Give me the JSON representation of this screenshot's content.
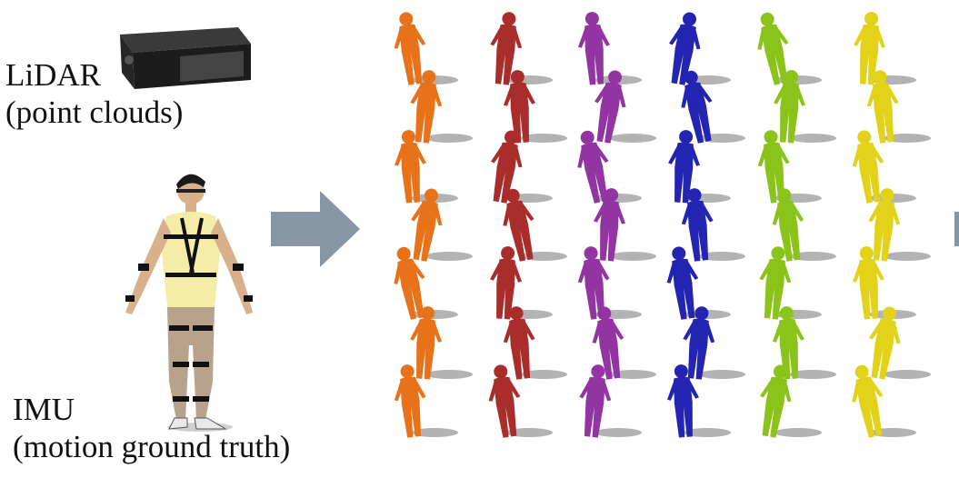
{
  "lidar": {
    "title": "LiDAR",
    "subtitle": "(point clouds)"
  },
  "imu": {
    "title": "IMU",
    "subtitle": "(motion ground truth)"
  },
  "colors": {
    "arrow": "#8696a4",
    "columns": [
      "#e8721a",
      "#a82d2b",
      "#9234a2",
      "#2424b2",
      "#8ac41a",
      "#e2d21a"
    ],
    "shadow": "#9a9a9a",
    "device": "#1c1c1c"
  },
  "icons": [
    "lidar-sensor-icon",
    "imu-suit-person-icon",
    "right-arrow-icon",
    "human-mesh-icon"
  ]
}
